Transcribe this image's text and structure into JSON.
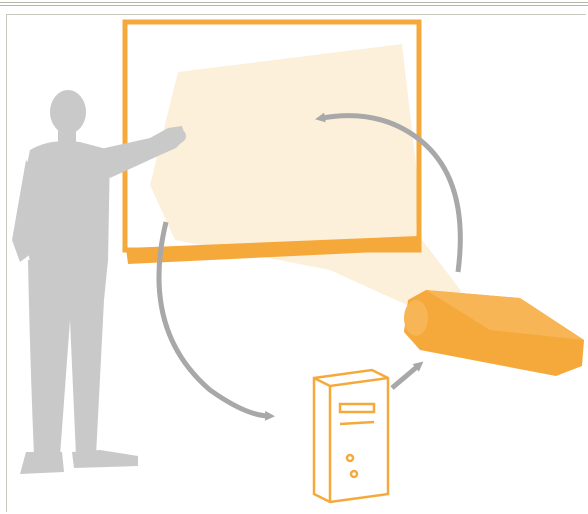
{
  "diagram": {
    "components": [
      {
        "id": "presenter",
        "icon": "presenter-silhouette-icon"
      },
      {
        "id": "whiteboard",
        "icon": "interactive-whiteboard-icon"
      },
      {
        "id": "computer",
        "icon": "computer-tower-icon"
      },
      {
        "id": "projector",
        "icon": "projector-icon"
      }
    ],
    "flows": [
      {
        "from": "whiteboard",
        "to": "computer"
      },
      {
        "from": "computer",
        "to": "projector"
      },
      {
        "from": "projector",
        "to": "whiteboard"
      }
    ],
    "colors": {
      "accent": "#f6a93b",
      "projection": "#fdf0da",
      "figure": "#c9c9c9",
      "arrow": "#a8a8a8",
      "border": "#c8c8bc"
    }
  }
}
